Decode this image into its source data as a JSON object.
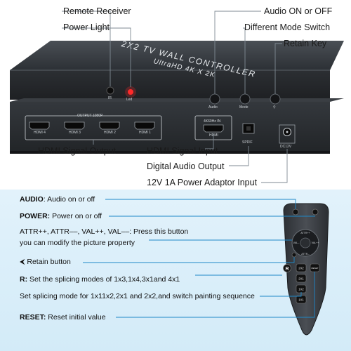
{
  "device": {
    "title": "2X2 TV WALL CONTROLLER",
    "subtitle": "UltraHD  4K X 2K",
    "front_labels": {
      "ir": "IR",
      "led": "Led",
      "audio": "Audio",
      "mode": "Mode",
      "retain": "⚲"
    },
    "rear_labels": {
      "output_title": "OUTPUT 1080P",
      "hdmi4": "HDMI 4",
      "hdmi3": "HDMI 3",
      "hdmi2": "HDMI 2",
      "hdmi1": "HDMI 1",
      "input_title": "4K60Hz IN",
      "hdmi_in": "HDMI",
      "spdif": "SPDIF",
      "power": "DC12V"
    }
  },
  "callouts": {
    "remote_receiver": "Remote Receiver",
    "power_light": "Power Light",
    "audio_on_off": "Audio ON or OFF",
    "different_mode": "Different Mode Switch",
    "retain_key": "Retain Key",
    "hdmi_output": "HDMI Signal Output",
    "hdmi_input": "HDMI Signal Input",
    "digital_audio": "Digital Audio Output",
    "power_adaptor": "12V 1A Power Adaptor Input"
  },
  "remote_legend": {
    "audio_key": "AUDIO",
    "audio_desc": ": Audio on or off",
    "power_key": "POWER:",
    "power_desc": " Power on or off",
    "attr_line1": "ATTR++,  ATTR––,  VAL++,  VAL––: Press this button",
    "attr_line2": "you can modify the picture property",
    "retain_sym": "⮜",
    "retain_desc": "  Retain button",
    "r_key": "R:",
    "r_desc": " Set the splicing modes of 1x3,1x4,3x1and 4x1",
    "splice_desc": "Set splicing mode for 1x11x2,2x1 and 2x2,and switch painting sequence",
    "reset_key": "RESET:",
    "reset_desc": " Reset initial value"
  },
  "remote": {
    "attr_up": "ATTR++",
    "attr_down": "ATTR--",
    "val_down": "VAL--",
    "val_up": "VAL++",
    "r": "R",
    "btn_2x2": "2X2",
    "btn_2x1": "2X1",
    "btn_1x2": "1X2",
    "btn_1x1": "1X1",
    "reset": "RESET"
  },
  "colors": {
    "callout_line": "#7f8a93",
    "device_dark": "#2a2d31",
    "accent_blue": "#1e88c8",
    "led_red": "#ff2a2a"
  }
}
